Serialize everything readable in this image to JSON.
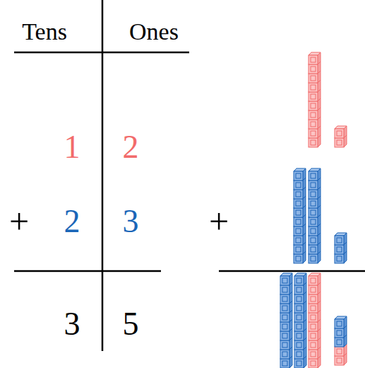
{
  "diagram": {
    "labels": [
      "Tens",
      "Ones",
      "1",
      "2",
      "+",
      "2",
      "3",
      "+",
      "3",
      "5"
    ]
  }
}
